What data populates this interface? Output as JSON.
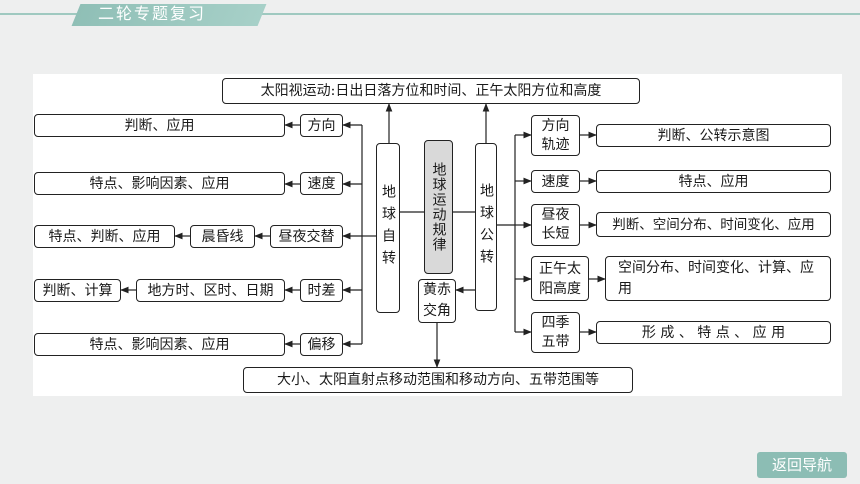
{
  "header": {
    "title": "二轮专题复习"
  },
  "diagram": {
    "top": "太阳视运动:日出日落方位和时间、正午太阳方位和高度",
    "bottom": "大小、太阳直射点移动范围和移动方向、五带范围等",
    "center": "地球运动规律",
    "rotation": "地球自转",
    "revolution": "地球公转",
    "obliquity": "黄赤交角",
    "left": {
      "direction": "方向",
      "direction_use": "判断、应用",
      "speed": "速度",
      "speed_use": "特点、影响因素、应用",
      "daynight": "昼夜交替",
      "terminator": "晨昏线",
      "terminator_use": "特点、判断、应用",
      "timediff": "时差",
      "times": "地方时、区时、日期",
      "times_use": "判断、计算",
      "deflect": "偏移",
      "deflect_use": "特点、影响因素、应用"
    },
    "right": {
      "orbit": "方向轨迹",
      "orbit_use": "判断、公转示意图",
      "speed": "速度",
      "speed_use": "特点、应用",
      "daylength": "昼夜长短",
      "daylength_use": "判断、空间分布、时间变化、应用",
      "noon": "正午太阳高度",
      "noon_use": "空间分布、时间变化、计算、应用",
      "season": "四季五带",
      "season_use": "形 成 、 特 点 、 应 用"
    }
  },
  "nav": {
    "back": "返回导航"
  }
}
